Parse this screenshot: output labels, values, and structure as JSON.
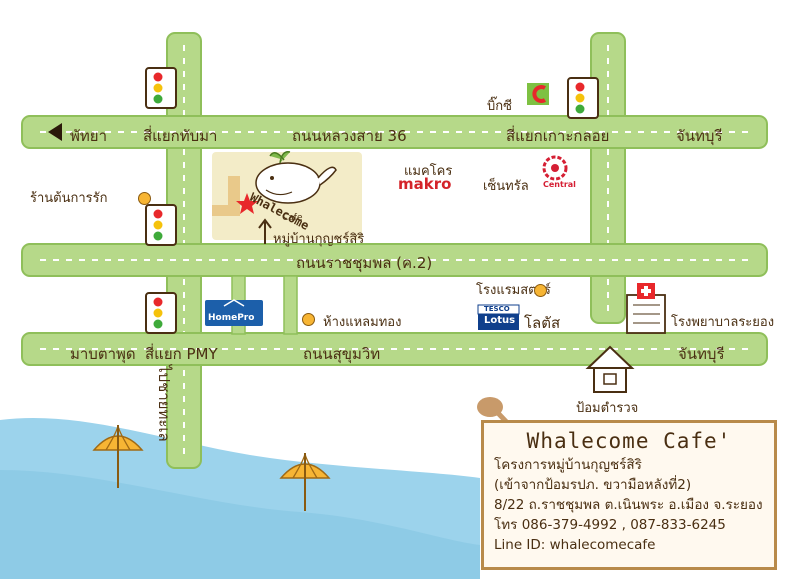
{
  "map": {
    "labels": {
      "pattaya": "พัทยา",
      "tubma_junction": "สี่แยกทับมา",
      "road_36": "ถนนหลวงสาย 36",
      "kohkloy_junction": "สี่แยกเกาะกลอย",
      "chanthaburi_top": "จันทบุรี",
      "big_c": "บิ๊กซี",
      "makro_th": "แมคโคร",
      "makro": "makro",
      "central_th": "เซ็นทรัล",
      "central": "Central",
      "tonkarnrak_shop": "ร้านต้นการรัก",
      "whalecome": "Whalecome",
      "cafe": "Cafe",
      "kunsiri_village": "หมู่บ้านกุญชร์สิริ",
      "ratchumpol_road": "ถนนราชชุมพล (ค.2)",
      "hotel": "โรงแรมสตาร์",
      "homepro": "HomePro",
      "laemthong": "ห้างแหลมทอง",
      "tesco": "TESCO",
      "lotus": "Lotus",
      "lotus_th": "โลตัส",
      "hospital": "โรงพยาบาลระยอง",
      "maptaphut": "มาบตาพุด",
      "pmy_junction": "สี่แยก PMY",
      "sukhumvit": "ถนนสุขุมวิท",
      "chanthaburi_bottom": "จันทบุรี",
      "to_beach": "ไปชายทะเล",
      "police_box": "ป้อมตำรวจ"
    },
    "info": {
      "title": "Whalecome Cafe'",
      "line1": "โครงการหมู่บ้านกุญชร์สิริ",
      "line2": "(เข้าจากป้อมรปภ. ขวามือหลังที่2)",
      "line3": "8/22 ถ.ราชชุมพล ต.เนินพระ อ.เมือง จ.ระยอง",
      "line4": "โทร 086-379-4992 , 087-833-6245",
      "line5": "Line ID: whalecomecafe"
    },
    "colors": {
      "road": "#b6d989",
      "road_border": "#8fbf5a",
      "road_dash": "#ffffff",
      "sea": "#9cd3ec",
      "cafe_area": "#f3ecc8",
      "card_border": "#b88a4a",
      "poi": "#f7b534"
    }
  }
}
